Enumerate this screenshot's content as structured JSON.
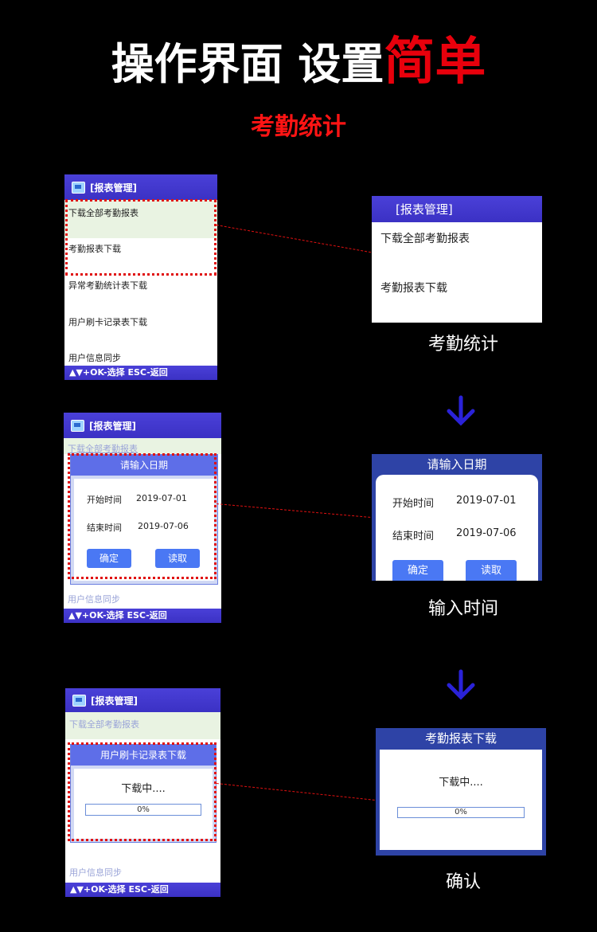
{
  "headline": {
    "white": "操作界面 设置",
    "red": "简单"
  },
  "subtitle": "考勤统计",
  "screen1": {
    "title": "[报表管理]",
    "items": [
      "下载全部考勤报表",
      "考勤报表下载",
      "异常考勤统计表下载",
      "用户刷卡记录表下载",
      "用户信息同步"
    ],
    "footer": "▲▼+OK-选择 ESC-返回"
  },
  "zoom1": {
    "title": "[报表管理]",
    "items": [
      "下载全部考勤报表",
      "考勤报表下载"
    ],
    "caption": "考勤统计"
  },
  "screen2": {
    "title": "[报表管理]",
    "bg_top": "下载全部考勤报表",
    "bg_bottom": "用户信息同步",
    "dialog_title": "请输入日期",
    "start_label": "开始时间",
    "start_value": "2019-07-01",
    "end_label": "结束时间",
    "end_value": "2019-07-06",
    "confirm": "确定",
    "read": "读取",
    "footer": "▲▼+OK-选择 ESC-返回"
  },
  "zoom2": {
    "dialog_title": "请输入日期",
    "start_label": "开始时间",
    "start_value": "2019-07-01",
    "end_label": "结束时间",
    "end_value": "2019-07-06",
    "confirm": "确定",
    "read": "读取",
    "caption": "输入时间"
  },
  "screen3": {
    "title": "[报表管理]",
    "bg_top": "下载全部考勤报表",
    "bg_bottom": "用户信息同步",
    "dialog_title": "用户刷卡记录表下载",
    "status": "下载中....",
    "progress": "0%",
    "footer": "▲▼+OK-选择 ESC-返回"
  },
  "zoom3": {
    "dialog_title": "考勤报表下载",
    "status": "下载中....",
    "progress": "0%",
    "caption": "确认"
  },
  "colors": {
    "accent_red": "#e8000c",
    "title_blue": "#3b31c4",
    "button_blue": "#4a78f4",
    "arrow_blue": "#2a22d8"
  }
}
